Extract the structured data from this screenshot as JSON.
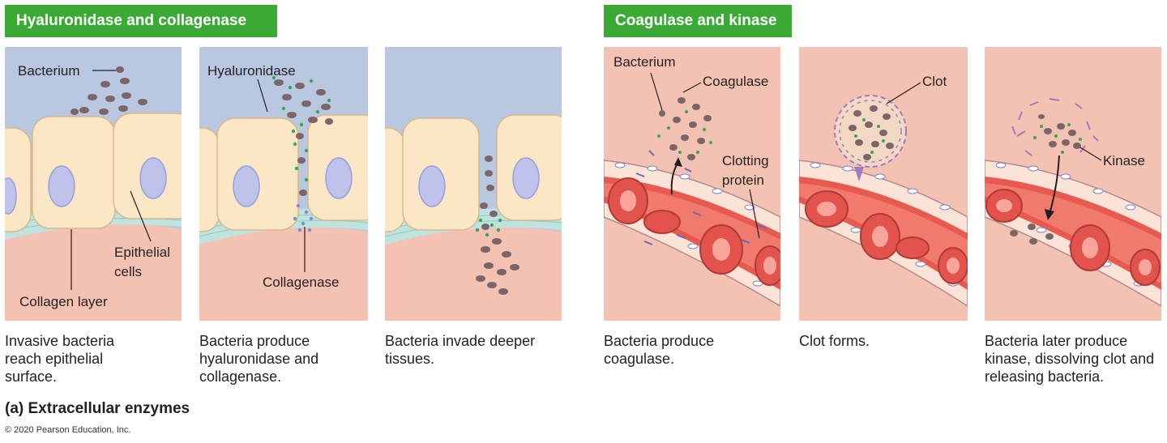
{
  "sections": {
    "left_title": "Hyaluronidase and collagenase",
    "right_title": "Coagulase and kinase"
  },
  "labels": {
    "bacterium_1": "Bacterium",
    "epithelial_1": "Epithelial",
    "epithelial_2": "cells",
    "collagen_layer": "Collagen layer",
    "hyaluronidase": "Hyaluronidase",
    "collagenase": "Collagenase",
    "bacterium_2": "Bacterium",
    "coagulase": "Coagulase",
    "clotting_1": "Clotting",
    "clotting_2": "protein",
    "clot": "Clot",
    "kinase": "Kinase"
  },
  "captions": {
    "p1": "Invasive bacteria reach epithelial surface.",
    "p2": "Bacteria produce hyaluronidase and collagenase.",
    "p3": "Bacteria invade deeper tissues.",
    "p4": "Bacteria produce coagulase.",
    "p5": "Clot forms.",
    "p6": "Bacteria later produce kinase, dissolving clot and releasing bacteria."
  },
  "footer": {
    "part_title": "(a) Extracellular enzymes",
    "copyright": "© 2020 Pearson Education, Inc."
  },
  "colors": {
    "banner_green": "#3aaa35",
    "sky_blue": "#b9c7e0",
    "tissue_pink": "#f4c2b2",
    "cell_cream": "#fbe7c6",
    "nucleus_lavender": "#bfc2ea",
    "collagen_teal": "#bfe3df",
    "bacteria_gray": "#7a6668",
    "enzyme_green": "#3aa556",
    "blood_red": "#e2534c"
  }
}
